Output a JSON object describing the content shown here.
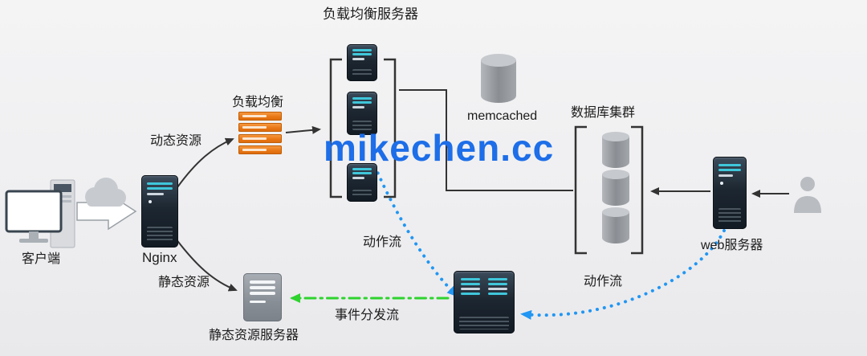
{
  "watermark": {
    "text": "mikechen.cc"
  },
  "nodes": {
    "client": {
      "label": "客户端"
    },
    "nginx": {
      "label": "Nginx"
    },
    "load_balancer": {
      "label": "负载均衡"
    },
    "lb_group": {
      "title": "负载均衡服务器",
      "server_count": 3
    },
    "memcached": {
      "label": "memcached"
    },
    "db_cluster": {
      "label": "数据库集群",
      "database_count": 3
    },
    "web_server": {
      "label": "web服务器"
    },
    "static_server": {
      "label": "静态资源服务器"
    }
  },
  "flows": {
    "dynamic": {
      "label": "动态资源"
    },
    "static": {
      "label": "静态资源"
    },
    "action_left": {
      "label": "动作流"
    },
    "action_right": {
      "label": "动作流"
    },
    "event_dispatch": {
      "label": "事件分发流"
    }
  },
  "colors": {
    "connector": "#333333",
    "action_flow_blue": "#2196f3",
    "event_flow_green": "#2ed32e",
    "load_balancer_orange": "#ee7a17",
    "server_accent_teal": "#3fc6da",
    "watermark_blue": "#1d6ee8"
  }
}
